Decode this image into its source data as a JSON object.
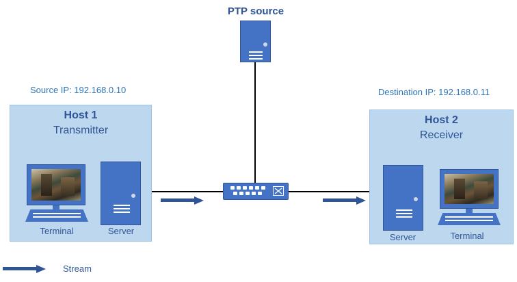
{
  "ptp": {
    "label": "PTP source"
  },
  "host1": {
    "ip_label": "Source IP: 192.168.0.10",
    "title": "Host 1",
    "role": "Transmitter",
    "terminal_label": "Terminal",
    "server_label": "Server"
  },
  "host2": {
    "ip_label": "Destination IP: 192.168.0.11",
    "title": "Host 2",
    "role": "Receiver",
    "server_label": "Server",
    "terminal_label": "Terminal"
  },
  "legend": {
    "stream_label": "Stream"
  },
  "icons": [
    "server-icon",
    "terminal-icon",
    "network-switch-icon",
    "arrow-right-icon"
  ],
  "colors": {
    "accent": "#4472c4",
    "box_fill": "#bdd7ee",
    "text": "#2f5597",
    "wire": "#000000"
  }
}
